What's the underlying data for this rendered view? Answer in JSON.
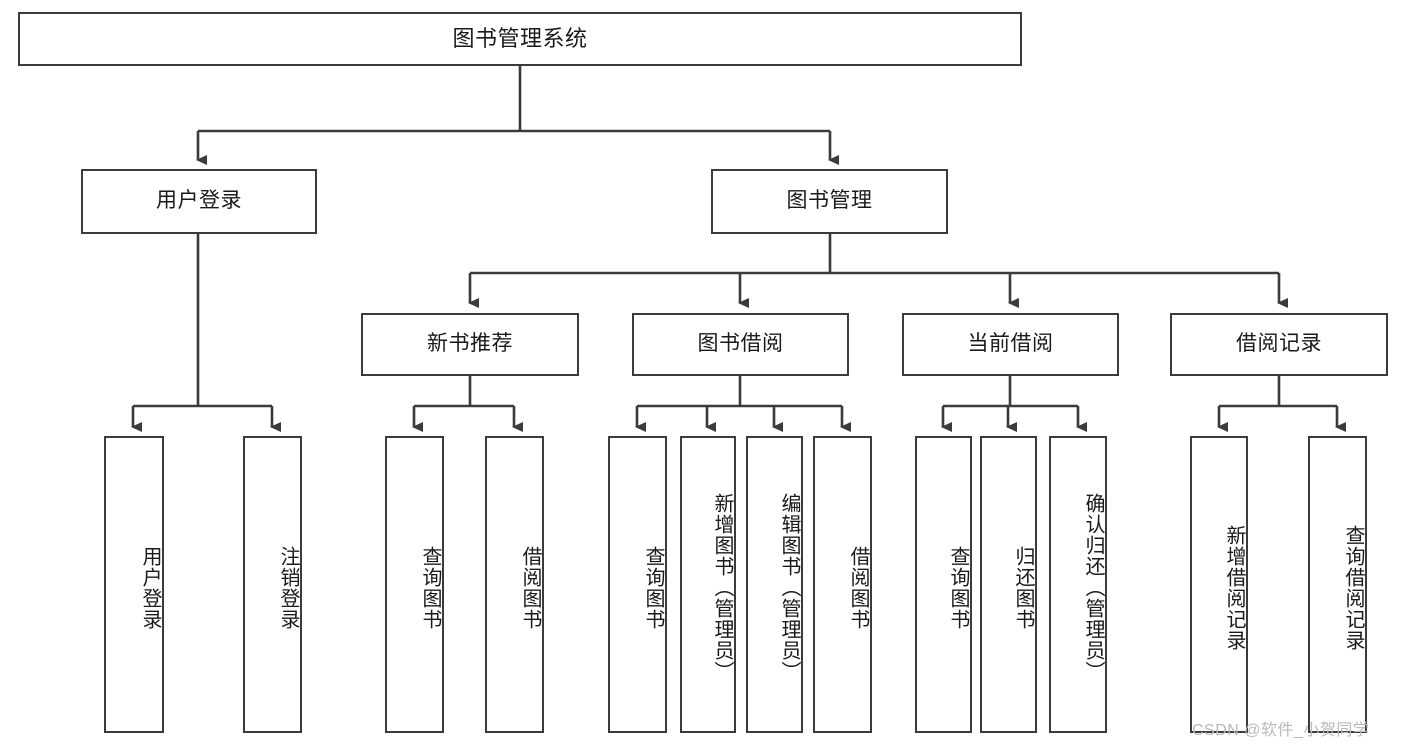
{
  "diagram": {
    "title": "图书管理系统",
    "type": "tree",
    "watermark": "CSDN @软件_小贺同学",
    "colors": {
      "border": "#3b3b3b",
      "background": "#ffffff",
      "text": "#1a1a1a",
      "watermark": "#b9b9b9"
    },
    "root": {
      "label": "图书管理系统"
    },
    "level2": [
      {
        "label": "用户登录"
      },
      {
        "label": "图书管理"
      }
    ],
    "level3": [
      {
        "label": "新书推荐"
      },
      {
        "label": "图书借阅"
      },
      {
        "label": "当前借阅"
      },
      {
        "label": "借阅记录"
      }
    ],
    "leaves": {
      "user_login": [
        {
          "label": "用户登录"
        },
        {
          "label": "注销登录"
        }
      ],
      "new_book": [
        {
          "label": "查询图书"
        },
        {
          "label": "借阅图书"
        }
      ],
      "book_borrow": [
        {
          "label": "查询图书"
        },
        {
          "label": "新增图书（管理员）"
        },
        {
          "label": "编辑图书（管理员）"
        },
        {
          "label": "借阅图书"
        }
      ],
      "current_borrow": [
        {
          "label": "查询图书"
        },
        {
          "label": "归还图书"
        },
        {
          "label": "确认归还（管理员）"
        }
      ],
      "borrow_record": [
        {
          "label": "新增借阅记录"
        },
        {
          "label": "查询借阅记录"
        }
      ]
    }
  }
}
